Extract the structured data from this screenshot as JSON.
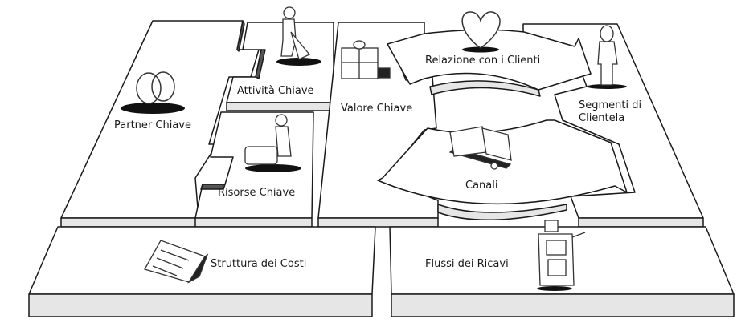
{
  "canvas": {
    "blocks": {
      "partners": {
        "label": "Partner Chiave",
        "icon": "rings-icon"
      },
      "activities": {
        "label": "Attività Chiave",
        "icon": "digging-person-icon"
      },
      "resources": {
        "label": "Risorse Chiave",
        "icon": "person-with-box-icon"
      },
      "value": {
        "label": "Valore Chiave",
        "icon": "gift-icon"
      },
      "relationships": {
        "label": "Relazione con i Clienti",
        "icon": "heart-icon"
      },
      "channels": {
        "label": "Canali",
        "icon": "truck-icon"
      },
      "segments": {
        "label_line1": "Segmenti di",
        "label_line2": "Clientela",
        "icon": "standing-person-icon"
      },
      "costs": {
        "label": "Struttura dei Costi",
        "icon": "document-icon"
      },
      "revenue": {
        "label": "Flussi dei Ricavi",
        "icon": "cash-register-icon"
      }
    },
    "colors": {
      "stroke": "#1a1a1a",
      "side": "#e6e6e6",
      "dark": "#555555",
      "face": "#ffffff"
    }
  }
}
